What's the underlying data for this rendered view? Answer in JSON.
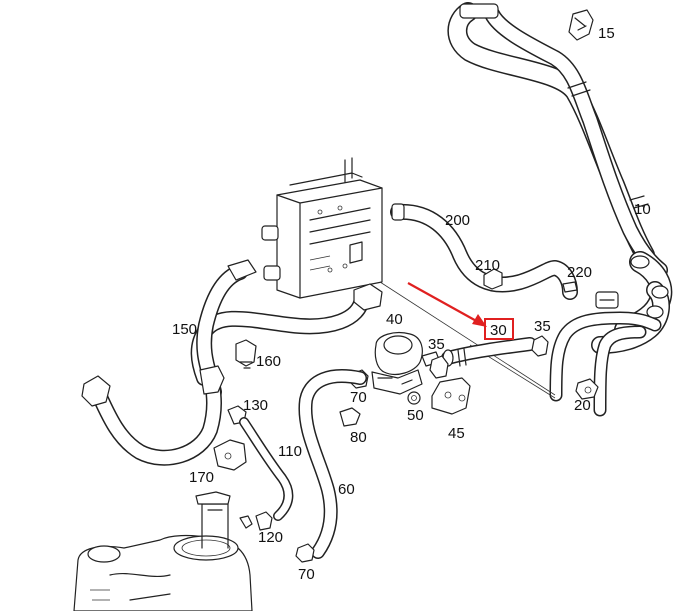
{
  "parts": [
    {
      "id": "p15",
      "label": "15"
    },
    {
      "id": "p10",
      "label": "10"
    },
    {
      "id": "p200",
      "label": "200"
    },
    {
      "id": "p210",
      "label": "210"
    },
    {
      "id": "p220",
      "label": "220"
    },
    {
      "id": "p30",
      "label": "30",
      "highlighted": true
    },
    {
      "id": "p35a",
      "label": "35"
    },
    {
      "id": "p35b",
      "label": "35"
    },
    {
      "id": "p40",
      "label": "40"
    },
    {
      "id": "p150",
      "label": "150"
    },
    {
      "id": "p160",
      "label": "160"
    },
    {
      "id": "p130",
      "label": "130"
    },
    {
      "id": "p70a",
      "label": "70"
    },
    {
      "id": "p50",
      "label": "50"
    },
    {
      "id": "p80",
      "label": "80"
    },
    {
      "id": "p45",
      "label": "45"
    },
    {
      "id": "p20",
      "label": "20"
    },
    {
      "id": "p110",
      "label": "110"
    },
    {
      "id": "p170",
      "label": "170"
    },
    {
      "id": "p60",
      "label": "60"
    },
    {
      "id": "p120",
      "label": "120"
    },
    {
      "id": "p70b",
      "label": "70"
    }
  ],
  "colors": {
    "highlight": "#e02020",
    "line": "#222222",
    "background": "#ffffff"
  }
}
